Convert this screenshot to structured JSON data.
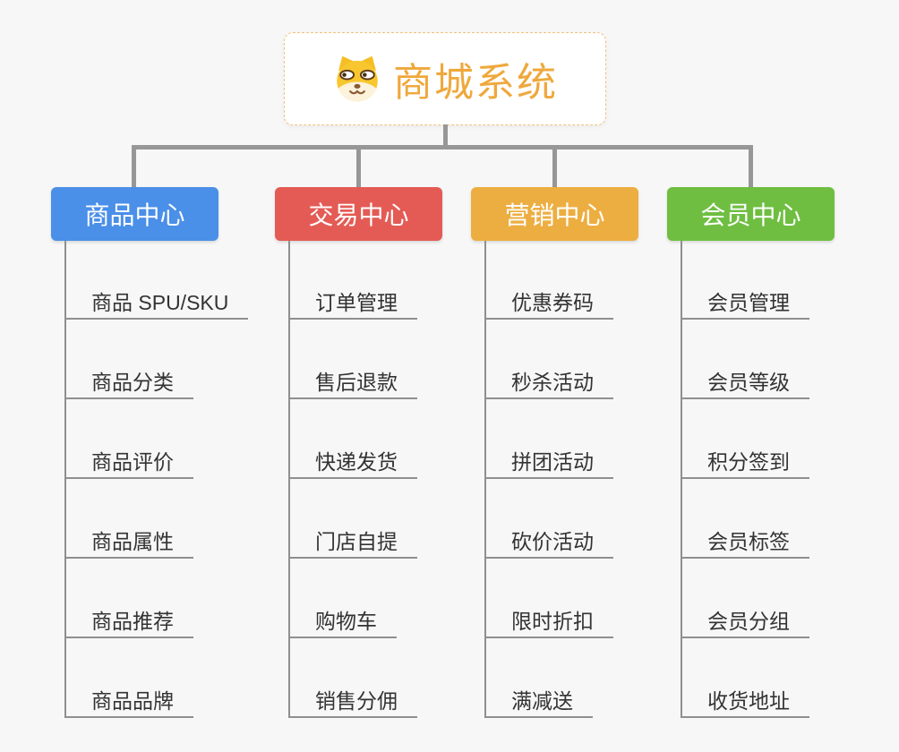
{
  "root": {
    "title": "商城系统",
    "icon": "shiba-dog-icon",
    "title_color": "#efa83c",
    "border_color": "#f2c27c"
  },
  "connector_color": "#979797",
  "background_color": "#f7f7f7",
  "branches": [
    {
      "label": "商品中心",
      "color": "#4a8fe8",
      "children": [
        "商品 SPU/SKU",
        "商品分类",
        "商品评价",
        "商品属性",
        "商品推荐",
        "商品品牌"
      ]
    },
    {
      "label": "交易中心",
      "color": "#e45b55",
      "children": [
        "订单管理",
        "售后退款",
        "快递发货",
        "门店自提",
        "购物车",
        "销售分佣"
      ]
    },
    {
      "label": "营销中心",
      "color": "#edae41",
      "children": [
        "优惠券码",
        "秒杀活动",
        "拼团活动",
        "砍价活动",
        "限时折扣",
        "满减送"
      ]
    },
    {
      "label": "会员中心",
      "color": "#6fbe41",
      "children": [
        "会员管理",
        "会员等级",
        "积分签到",
        "会员标签",
        "会员分组",
        "收货地址"
      ]
    }
  ]
}
